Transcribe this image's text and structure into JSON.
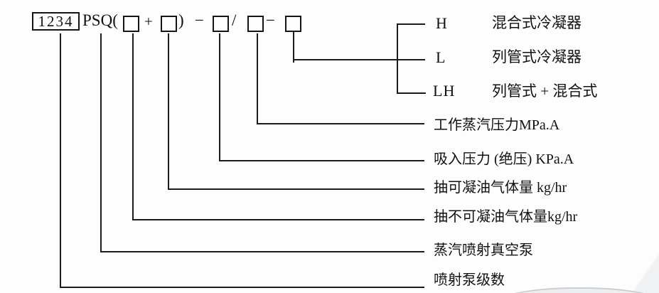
{
  "colors": {
    "line": "#1c1c1c",
    "text": "#111111",
    "background": "#fdfdfd"
  },
  "formula": {
    "stage_digits": "1234",
    "prefix": "PSQ(",
    "plus": "+",
    "close_paren": ")",
    "dash1": "−",
    "slash": "/",
    "dash2": "−"
  },
  "condenser_options": [
    {
      "code": "H",
      "label": "混合式冷凝器"
    },
    {
      "code": "L",
      "label": "列管式冷凝器"
    },
    {
      "code": "LH",
      "label": "列管式 + 混合式"
    }
  ],
  "leaders": [
    {
      "label": "工作蒸汽压力MPa.A"
    },
    {
      "label": "吸入压力 (绝压) KPa.A"
    },
    {
      "label": "抽可凝油气体量 kg/hr"
    },
    {
      "label": "抽不可凝油气体量kg/hr"
    },
    {
      "label": "蒸汽喷射真空泵"
    },
    {
      "label": "喷射泵级数"
    }
  ]
}
